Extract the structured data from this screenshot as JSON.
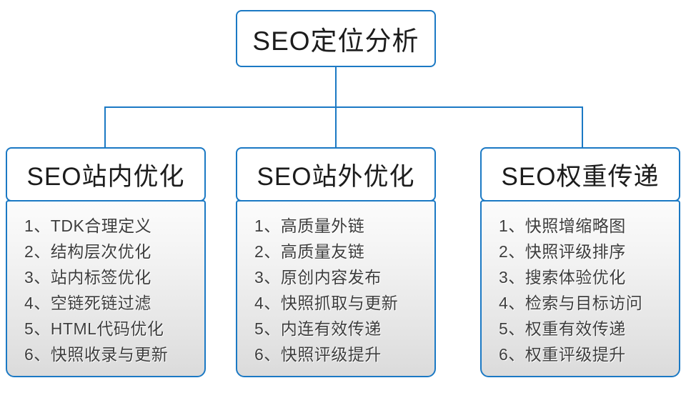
{
  "diagram": {
    "root_label": "SEO定位分析",
    "colors": {
      "line_and_border": "#1b79c4",
      "header_text": "#1c1c1c",
      "item_text": "#3d3d3d",
      "list_gradient_top": "#fcfcfc",
      "list_gradient_bottom": "#dbdbdb"
    },
    "columns": [
      {
        "header": "SEO站内优化",
        "items": [
          "1、TDK合理定义",
          "2、结构层次优化",
          "3、站内标签优化",
          "4、空链死链过滤",
          "5、HTML代码优化",
          "6、快照收录与更新"
        ]
      },
      {
        "header": "SEO站外优化",
        "items": [
          "1、高质量外链",
          "2、高质量友链",
          "3、原创内容发布",
          "4、快照抓取与更新",
          "5、内连有效传递",
          "6、快照评级提升"
        ]
      },
      {
        "header": "SEO权重传递",
        "items": [
          "1、快照增缩略图",
          "2、快照评级排序",
          "3、搜索体验优化",
          "4、检索与目标访问",
          "5、权重有效传递",
          "6、权重评级提升"
        ]
      }
    ]
  }
}
